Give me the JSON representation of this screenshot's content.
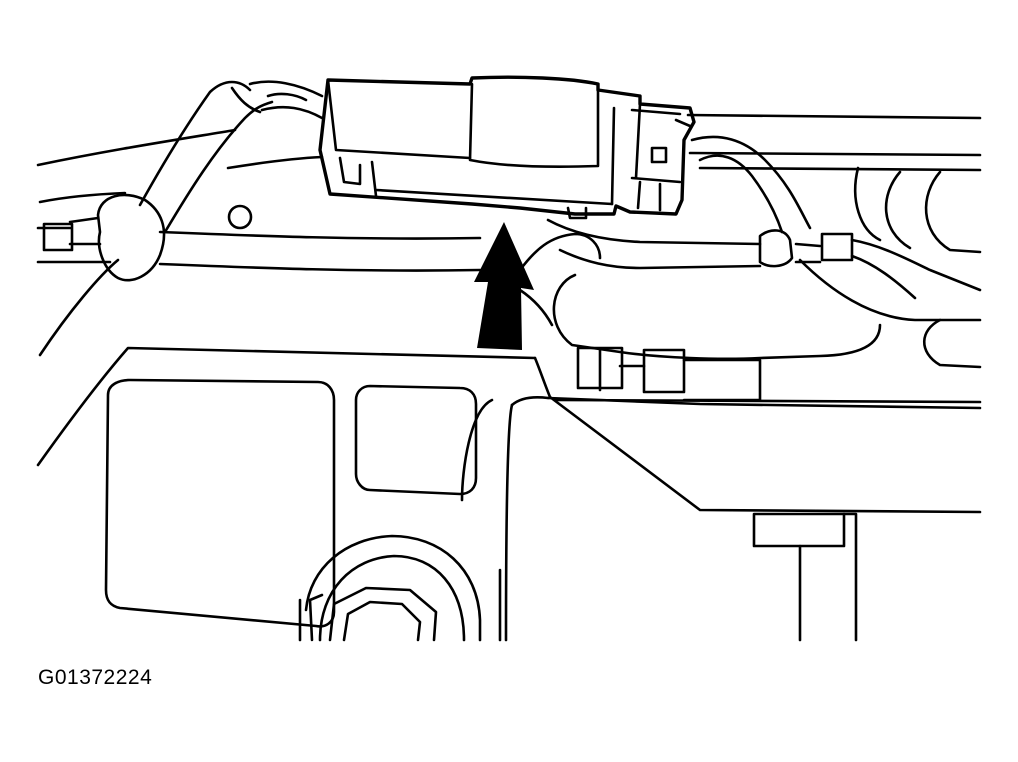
{
  "figure_id": "G01372224",
  "colors": {
    "line": "#000000",
    "background": "#ffffff"
  },
  "parts": {
    "module": "module-assembly",
    "arrow": "indicator-arrow"
  }
}
